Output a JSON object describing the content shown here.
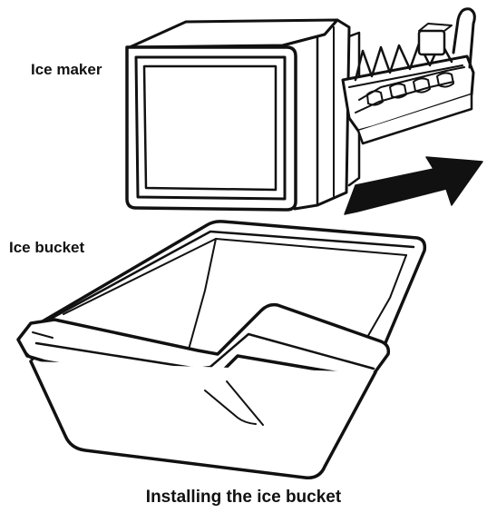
{
  "labels": {
    "ice_maker": "Ice maker",
    "ice_bucket": "Ice bucket"
  },
  "caption": "Installing the ice bucket",
  "colors": {
    "line": "#111111",
    "background": "#ffffff"
  },
  "icons": {
    "arrow": "install-direction-arrow-icon"
  }
}
